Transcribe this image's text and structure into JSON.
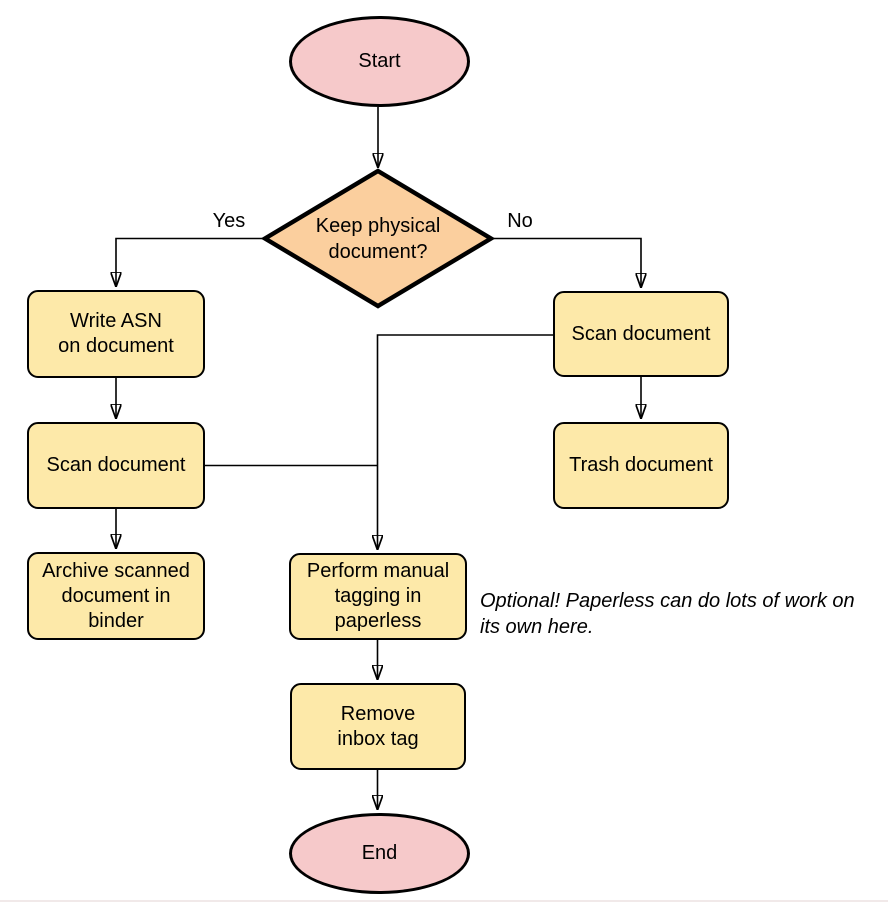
{
  "diagram": {
    "nodes": {
      "start": {
        "label": "Start",
        "type": "terminal"
      },
      "decision": {
        "label": "Keep physical\ndocument?",
        "type": "decision"
      },
      "write_asn": {
        "label": "Write ASN\non document",
        "type": "process"
      },
      "scan_left": {
        "label": "Scan document",
        "type": "process"
      },
      "archive": {
        "label": "Archive scanned\ndocument in\nbinder",
        "type": "process"
      },
      "scan_right": {
        "label": "Scan document",
        "type": "process"
      },
      "trash": {
        "label": "Trash document",
        "type": "process"
      },
      "tagging": {
        "label": "Perform manual\ntagging in\npaperless",
        "type": "process"
      },
      "remove_inbox": {
        "label": "Remove\ninbox tag",
        "type": "process"
      },
      "end": {
        "label": "End",
        "type": "terminal"
      }
    },
    "edge_labels": {
      "yes": "Yes",
      "no": "No"
    },
    "edges": [
      {
        "from": "start",
        "to": "decision"
      },
      {
        "from": "decision",
        "to": "write_asn",
        "label": "Yes"
      },
      {
        "from": "decision",
        "to": "scan_right",
        "label": "No"
      },
      {
        "from": "write_asn",
        "to": "scan_left"
      },
      {
        "from": "scan_left",
        "to": "archive"
      },
      {
        "from": "scan_right",
        "to": "trash"
      },
      {
        "from": "scan_right",
        "to": "tagging"
      },
      {
        "from": "scan_left",
        "to": "tagging"
      },
      {
        "from": "tagging",
        "to": "remove_inbox"
      },
      {
        "from": "remove_inbox",
        "to": "end"
      }
    ],
    "annotation": "Optional! Paperless can do lots of work on\nits own here.",
    "colors": {
      "terminal_fill": "#f6c9ca",
      "decision_fill": "#fbcf9e",
      "process_fill": "#fde9a9",
      "stroke": "#000000",
      "divider": "#f1e9e9"
    }
  }
}
